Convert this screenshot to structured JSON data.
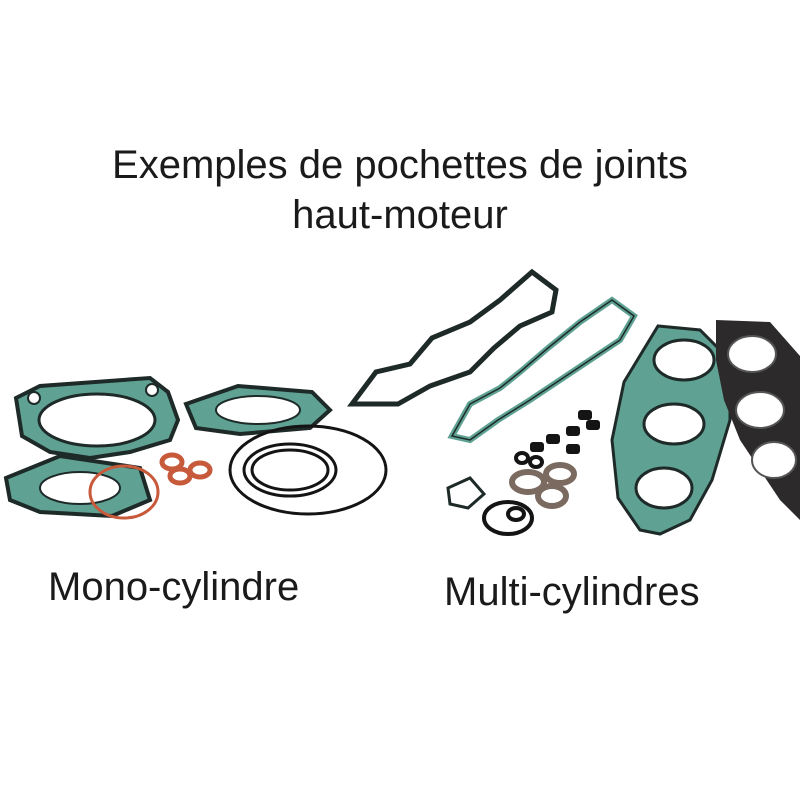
{
  "heading": {
    "line1": "Exemples de pochettes de joints",
    "line2": "haut-moteur"
  },
  "captions": {
    "mono": "Mono-cylindre",
    "multi": "Multi-cylindres"
  },
  "colors": {
    "gasket_green": "#5fa294",
    "gasket_edge": "#1e2a28",
    "oring_black": "#141414",
    "copper": "#c75a3a",
    "head_gasket_dark": "#2c2a2a"
  }
}
